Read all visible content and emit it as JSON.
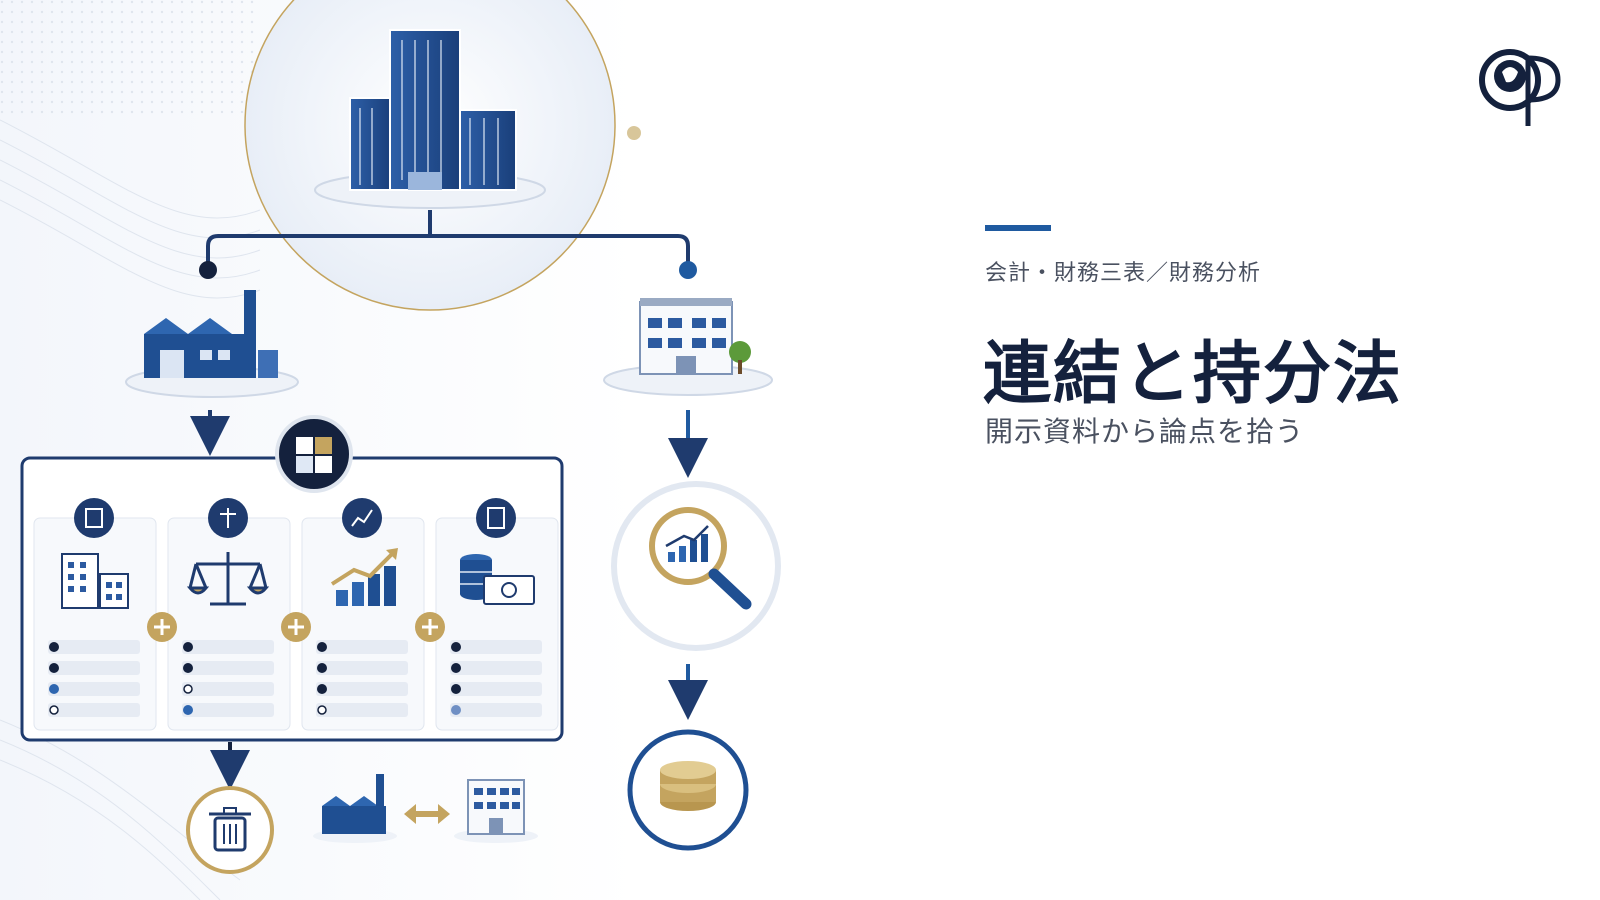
{
  "header": {
    "category": "会計・財務三表／財務分析",
    "title": "連結と持分法",
    "subtitle": "開示資料から論点を拾う"
  },
  "logo": {
    "name": "op-monogram-lion-logo",
    "color": "#14213d"
  },
  "diagram": {
    "parent": "office-building-icon",
    "subsidiary": "factory-icon",
    "affiliate": "office-building-icon",
    "consolidation_columns": [
      {
        "badge": "buildings-icon",
        "picture": "buildings-icon"
      },
      {
        "badge": "scales-icon",
        "picture": "scales-icon"
      },
      {
        "badge": "growth-chart-icon",
        "picture": "growth-chart-icon"
      },
      {
        "badge": "document-icon",
        "picture": "cash-coins-icon"
      }
    ],
    "combine_marker": "plus-icon",
    "merge_badge": "puzzle-icon",
    "elimination": "trash-icon",
    "intercompany": "two-way-arrow-icon",
    "equity_method_review": "magnifier-icon",
    "equity_method_result": "coins-icon"
  },
  "colors": {
    "navy": "#14213d",
    "blue": "#1f5aa0",
    "gold": "#c4a45f",
    "text": "#4a5160"
  }
}
